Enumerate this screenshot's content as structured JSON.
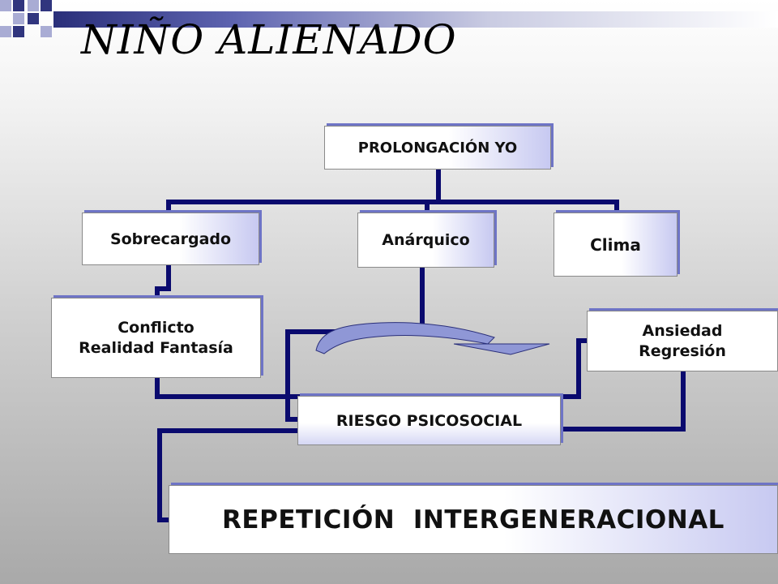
{
  "slide": {
    "title": "NIÑO ALIENADO"
  },
  "nodes": {
    "prolongacion": "PROLONGACIÓN YO",
    "sobrecargado": "Sobrecargado",
    "anarquico": "Anárquico",
    "clima": "Clima",
    "conflicto_line1": "Conflicto",
    "conflicto_line2": "Realidad Fantasía",
    "ansiedad_line1": "Ansiedad",
    "ansiedad_line2": "Regresión",
    "riesgo": "RIESGO PSICOSOCIAL",
    "repeticion": "REPETICIÓN  INTERGENERACIONAL"
  },
  "colors": {
    "connector": "#0a0a6e",
    "arrow_fill": "#8f97d6",
    "band_dark": "#2a2f7a",
    "square_dark": "#30357e",
    "square_light": "#a9acd4"
  },
  "icons": {
    "curved_arrow": "curved-arrow-icon"
  }
}
